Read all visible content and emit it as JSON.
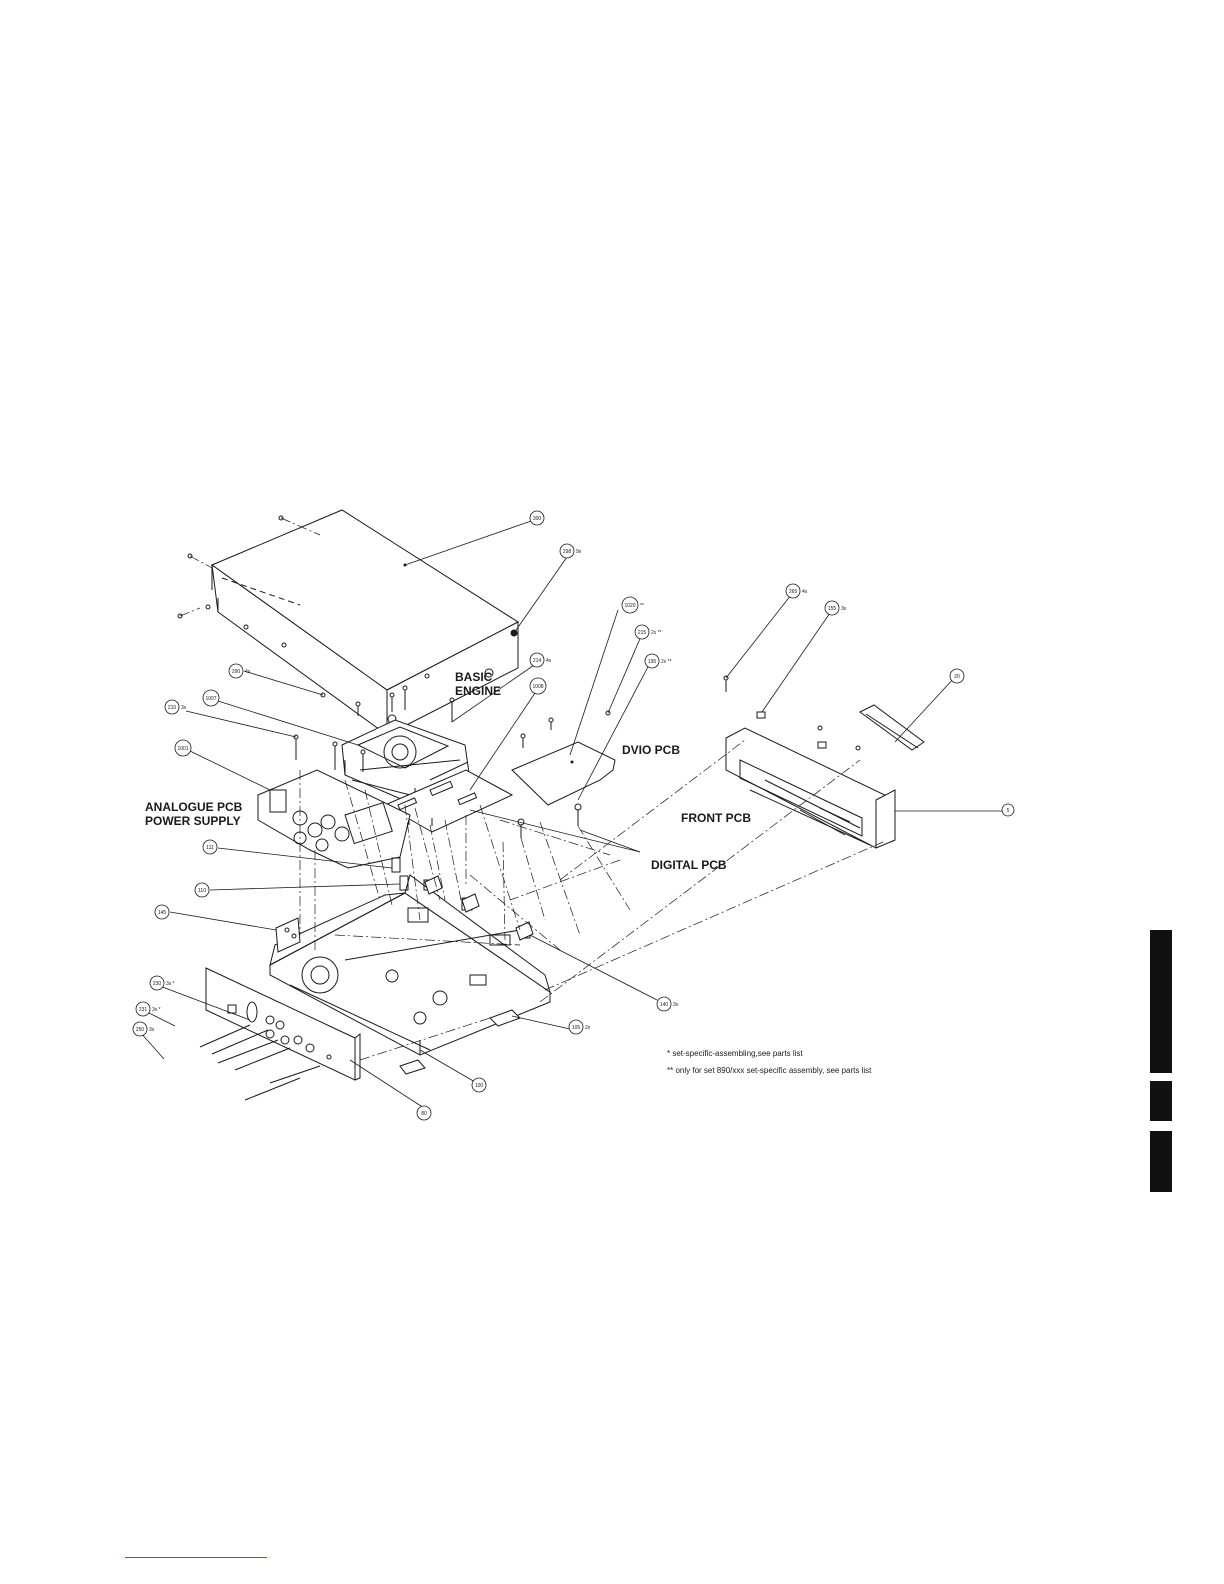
{
  "labels": {
    "basic_engine_line1": "BASIC",
    "basic_engine_line2": "ENGINE",
    "dvio_pcb": "DVIO PCB",
    "analogue_pcb": "ANALOGUE PCB",
    "power_supply": "POWER SUPPLY",
    "front_pcb": "FRONT PCB",
    "digital_pcb": "DIGITAL PCB"
  },
  "notes": {
    "single_star": "* set-specific-assembling,see parts list",
    "double_star": "** only for set 890/xxx set-specific assembly, see parts list"
  },
  "callouts": [
    {
      "id": "300",
      "qty": ""
    },
    {
      "id": "298",
      "qty": "9x"
    },
    {
      "id": "1020",
      "qty": "**"
    },
    {
      "id": "215",
      "qty": "2x **"
    },
    {
      "id": "195",
      "qty": "2x **"
    },
    {
      "id": "214",
      "qty": "4x"
    },
    {
      "id": "1008",
      "qty": ""
    },
    {
      "id": "290",
      "qty": "4x"
    },
    {
      "id": "1007",
      "qty": ""
    },
    {
      "id": "210",
      "qty": "3x"
    },
    {
      "id": "1001",
      "qty": ""
    },
    {
      "id": "265",
      "qty": "4x"
    },
    {
      "id": "155",
      "qty": "3x"
    },
    {
      "id": "20",
      "qty": ""
    },
    {
      "id": "5",
      "qty": ""
    },
    {
      "id": "111",
      "qty": ""
    },
    {
      "id": "110",
      "qty": ""
    },
    {
      "id": "145",
      "qty": ""
    },
    {
      "id": "140",
      "qty": "3x"
    },
    {
      "id": "230",
      "qty": "3x *"
    },
    {
      "id": "231",
      "qty": "3x *"
    },
    {
      "id": "250",
      "qty": "3x"
    },
    {
      "id": "105",
      "qty": "2x"
    },
    {
      "id": "100",
      "qty": ""
    },
    {
      "id": "80",
      "qty": ""
    }
  ],
  "colors": {
    "ink": "#1a1a1a",
    "tab": "#111111",
    "rule": "#3b5bd6"
  },
  "icons": [
    "exploded-assembly-drawing",
    "side-index-tab"
  ]
}
